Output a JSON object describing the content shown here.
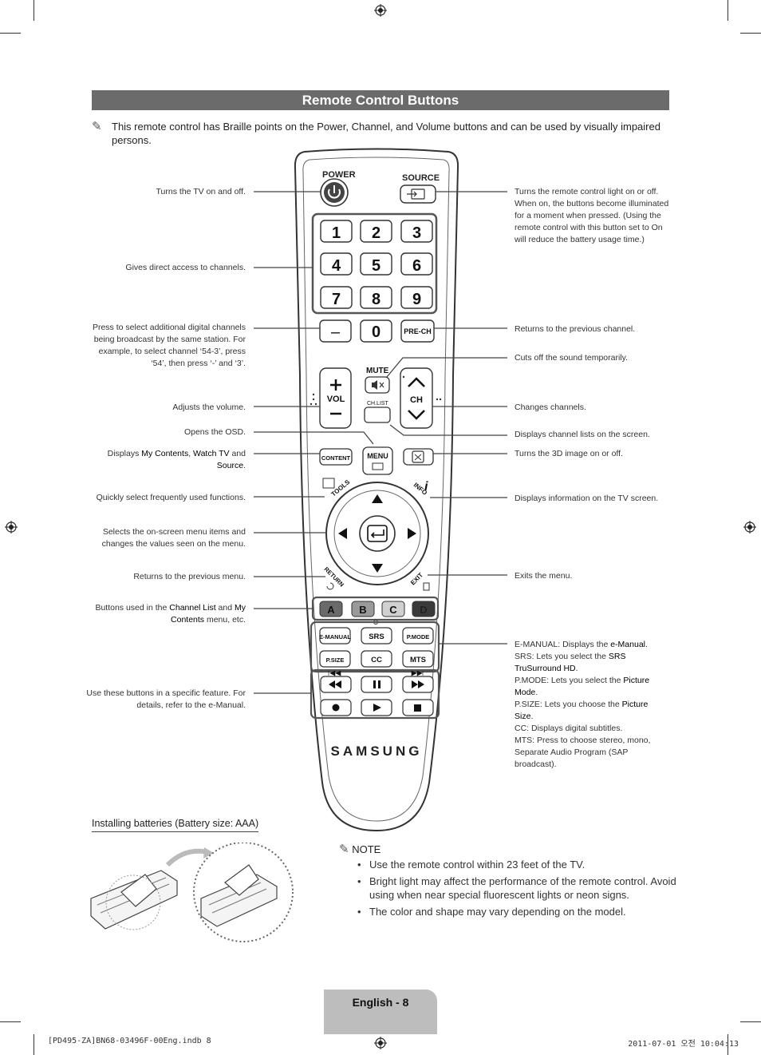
{
  "section_title": "Remote Control Buttons",
  "intro_note": "This remote control has Braille points on the Power, Channel, and Volume buttons and can be used by visually impaired persons.",
  "left_labels": {
    "power": "Turns the TV on and off.",
    "numbers": "Gives direct access to channels.",
    "dash": "Press to select additional digital channels being broadcast by the same station. For example, to select channel ‘54-3’, press ‘54’, then press ‘-’ and ‘3’.",
    "volume": "Adjusts the volume.",
    "menu": "Opens the OSD.",
    "content_pre": "Displays ",
    "content_b1": "My Contents",
    "content_mid": ", ",
    "content_b2": "Watch TV",
    "content_and": " and ",
    "content_b3": "Source",
    "content_end": ".",
    "tools": "Quickly select frequently used functions.",
    "nav": "Selects the on-screen menu items and changes the values seen on the menu.",
    "return": "Returns to the previous menu.",
    "color_pre": "Buttons used in the ",
    "color_b1": "Channel List",
    "color_and": " and ",
    "color_b2": "My Contents",
    "color_end": " menu, etc.",
    "feature": "Use these buttons in a specific feature. For details, refer to the e-Manual."
  },
  "right_labels": {
    "source": "Turns the remote control light on or off. When on, the buttons become illuminated for a moment when pressed. (Using the remote control with this button set to On will reduce the battery usage time.)",
    "prech": "Returns to the previous channel.",
    "mute": "Cuts off the sound temporarily.",
    "ch": "Changes channels.",
    "chlist": "Displays channel lists on the screen.",
    "threed": "Turns the 3D image on or off.",
    "info": "Displays information on the TV screen.",
    "exit": "Exits the menu.",
    "emanual_k": "E-MANUAL:",
    "emanual_v": " Displays the ",
    "emanual_b": "e-Manual",
    "emanual_e": ".",
    "srs_k": "SRS:",
    "srs_v": " Lets you select the ",
    "srs_b": "SRS TruSurround HD",
    "srs_e": ".",
    "pmode_k": "P.MODE:",
    "pmode_v": " Lets you select the ",
    "pmode_b": "Picture Mode",
    "pmode_e": ".",
    "psize_k": "P.SIZE:",
    "psize_v": " Lets you choose the ",
    "psize_b": "Picture Size",
    "psize_e": ".",
    "cc_k": "CC:",
    "cc_v": " Displays digital subtitles.",
    "mts_k": "MTS:",
    "mts_v": " Press to choose stereo, mono, Separate Audio Program (SAP broadcast)."
  },
  "remote": {
    "power": "POWER",
    "source": "SOURCE",
    "digits": [
      "1",
      "2",
      "3",
      "4",
      "5",
      "6",
      "7",
      "8",
      "9"
    ],
    "zero": "0",
    "dash": "–",
    "prech": "PRE-CH",
    "mute": "MUTE",
    "vol": "VOL",
    "ch": "CH",
    "chlist": "CH.LIST",
    "content": "CONTENT",
    "menu": "MENU",
    "tools": "TOOLS",
    "info": "INFO",
    "return": "RETURN",
    "exit": "EXIT",
    "colors": [
      "A",
      "B",
      "C",
      "D"
    ],
    "fn1": [
      "E-MANUAL",
      "SRS",
      "P.MODE"
    ],
    "fn2": [
      "P.SIZE",
      "CC",
      "MTS"
    ],
    "brand": "SAMSUNG",
    "color_fills": [
      "#6a6a6a",
      "#9a9a9a",
      "#d0d0d0",
      "#3a3a3a"
    ]
  },
  "battery_title": "Installing batteries (Battery size: AAA)",
  "note_title": "NOTE",
  "notes": [
    "Use the remote control within 23 feet of the TV.",
    "Bright light may affect the performance of the remote control. Avoid using when near special fluorescent lights or neon signs.",
    "The color and shape may vary depending on the model."
  ],
  "page_label": "English - 8",
  "footer_left": "[PD495-ZA]BN68-03496F-00Eng.indb   8",
  "footer_right": "2011-07-01   오전 10:04:13"
}
